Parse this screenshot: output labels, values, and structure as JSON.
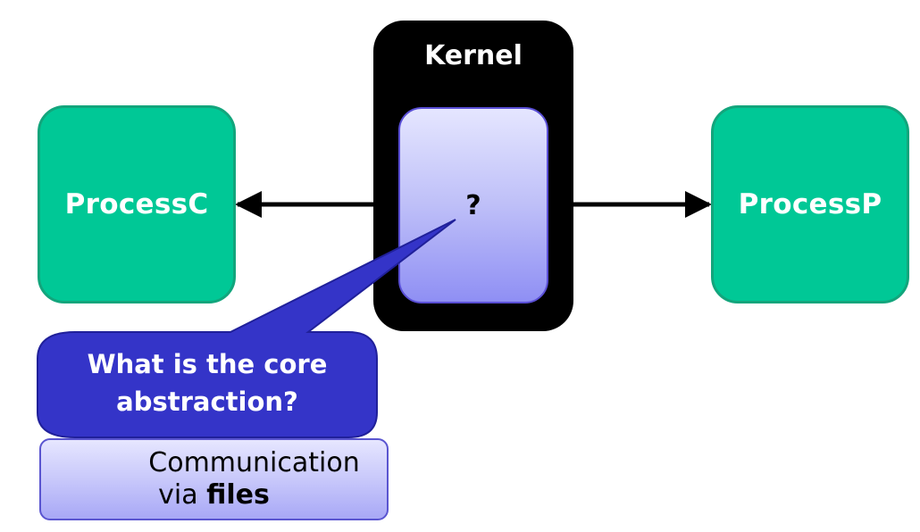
{
  "kernel": {
    "title": "Kernel",
    "inner_label": "?"
  },
  "process_left": {
    "label": "ProcessC"
  },
  "process_right": {
    "label": "ProcessP"
  },
  "callout": {
    "line1": "What is the core",
    "line2": "abstraction?"
  },
  "answer": {
    "line1": "Communication",
    "line2_prefix": "via ",
    "line2_bold": "files"
  },
  "colors": {
    "process_fill": "#00c896",
    "kernel_fill": "#000000",
    "bubble_fill": "#3434c8",
    "answer_fill": "#c5c5fa"
  }
}
